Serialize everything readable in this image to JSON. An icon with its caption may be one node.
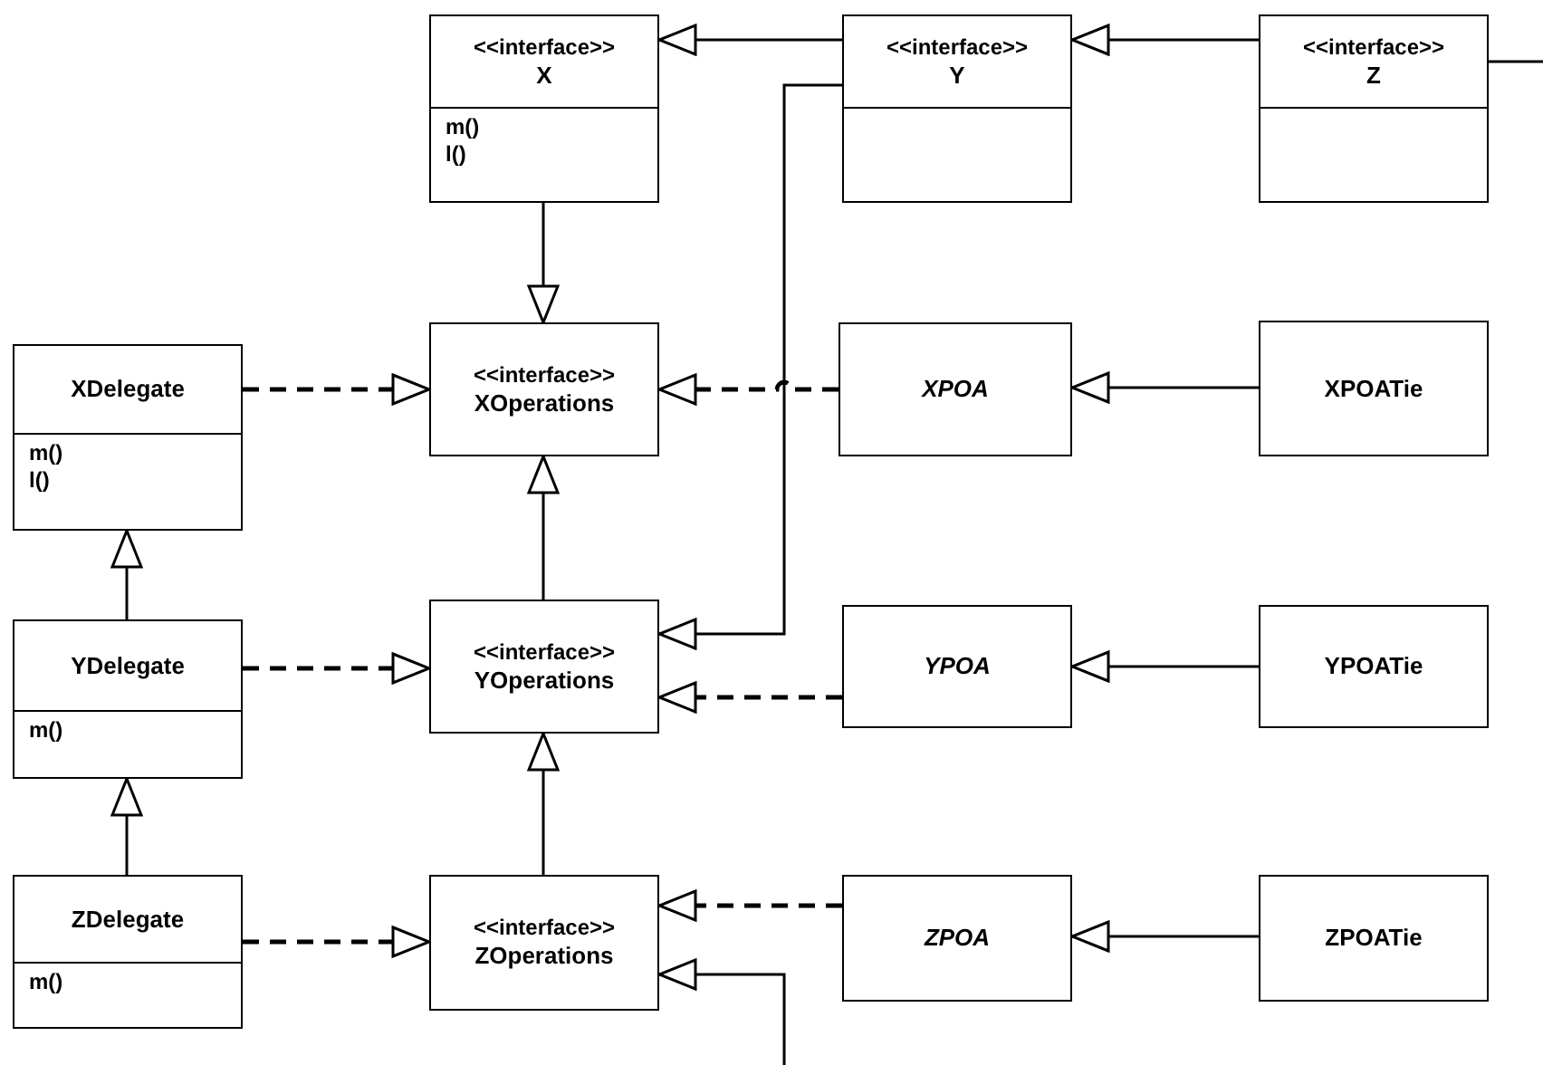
{
  "diagram": {
    "nodes": [
      {
        "text": [
          "<<interface>>",
          "X",
          "m() l()"
        ]
      },
      {
        "text": [
          "<<interface>>",
          "Y"
        ]
      },
      {
        "text": [
          "<<interface>>",
          "Z"
        ]
      },
      {
        "text": [
          "XDelegate",
          "m() l()"
        ]
      },
      {
        "text": [
          "<<interface>>",
          "XOperations"
        ]
      },
      {
        "text": [
          "XPOA"
        ]
      },
      {
        "text": [
          "XPOATie"
        ]
      },
      {
        "text": [
          "YDelegate",
          "m()"
        ]
      },
      {
        "text": [
          "<<interface>>",
          "YOperations"
        ]
      },
      {
        "text": [
          "YPOA"
        ]
      },
      {
        "text": [
          "YPOATie"
        ]
      },
      {
        "text": [
          "ZDelegate",
          "m()"
        ]
      },
      {
        "text": [
          "<<interface>>",
          "ZOperations"
        ]
      },
      {
        "text": [
          "ZPOA"
        ]
      },
      {
        "text": [
          "ZPOATie"
        ]
      }
    ],
    "edges": [
      {
        "from": 1,
        "to": 0,
        "arrow": "to"
      },
      {
        "from": 2,
        "to": 1,
        "arrow": "to"
      },
      {
        "from": 2,
        "to": null,
        "arrow": "none"
      },
      {
        "from": 0,
        "to": 4,
        "arrow": "to"
      },
      {
        "from": 3,
        "to": 4,
        "arrow": "to",
        "style": "dashed"
      },
      {
        "from": 5,
        "to": 4,
        "arrow": "to",
        "style": "dashed"
      },
      {
        "from": 6,
        "to": 5,
        "arrow": "to"
      },
      {
        "from": 1,
        "to": 8,
        "arrow": "to"
      },
      {
        "from": 8,
        "to": 4,
        "arrow": "to"
      },
      {
        "from": 7,
        "to": 3,
        "arrow": "to"
      },
      {
        "from": 7,
        "to": 8,
        "arrow": "to",
        "style": "dashed"
      },
      {
        "from": 9,
        "to": 8,
        "arrow": "to",
        "style": "dashed"
      },
      {
        "from": 10,
        "to": 9,
        "arrow": "to"
      },
      {
        "from": 12,
        "to": 8,
        "arrow": "to"
      },
      {
        "from": 11,
        "to": 7,
        "arrow": "to"
      },
      {
        "from": 11,
        "to": 12,
        "arrow": "to",
        "style": "dashed"
      },
      {
        "from": 13,
        "to": 12,
        "arrow": "to",
        "style": "dashed"
      },
      {
        "from": 14,
        "to": 13,
        "arrow": "to"
      },
      {
        "from": null,
        "to": 12,
        "arrow": "to"
      }
    ]
  }
}
